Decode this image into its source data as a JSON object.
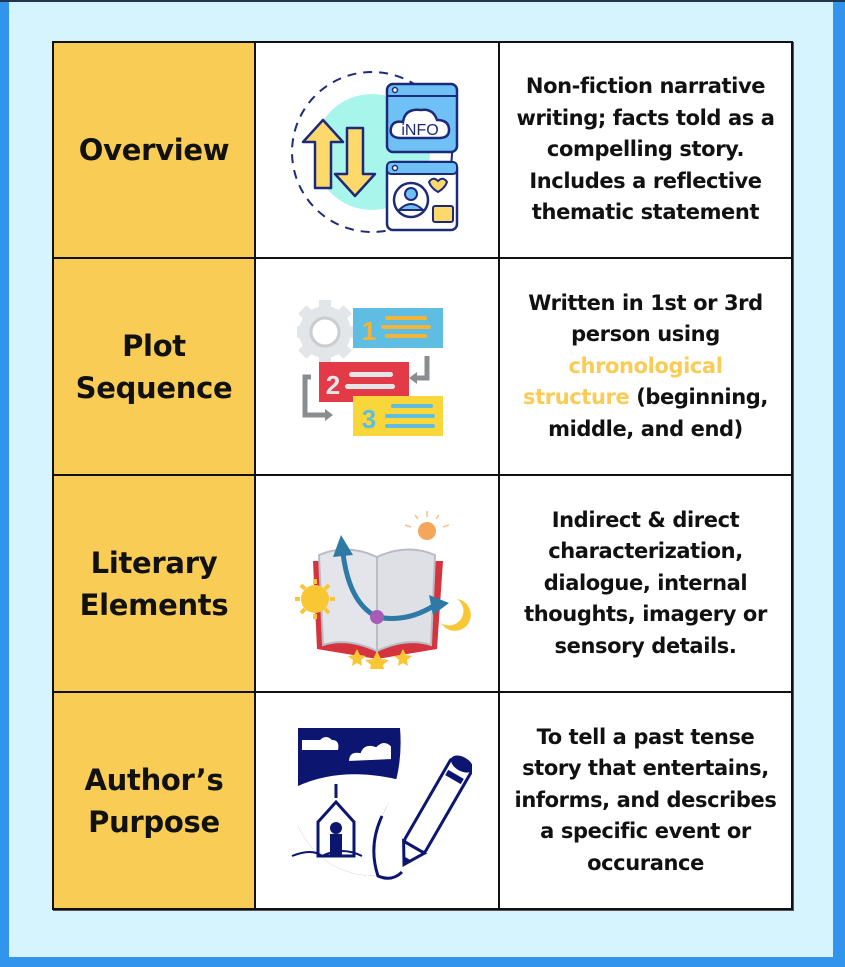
{
  "colors": {
    "frame": "#3394ee",
    "background": "#d6f4fe",
    "label_fill": "#f9cc55",
    "highlight_text": "#f9cc55",
    "border": "#111111"
  },
  "rows": [
    {
      "label": "Overview",
      "icon": "info-exchange-icon",
      "description": "Non-fiction narrative writing; facts told as a compelling story. Includes a reflective thematic statement",
      "icon_text": "iNFO"
    },
    {
      "label_line1": "Plot",
      "label_line2": "Sequence",
      "icon": "numbered-steps-icon",
      "description_before": "Written in 1st or 3rd person using ",
      "description_highlight": "chronological structure",
      "description_after": " (beginning, middle, and end)",
      "step_numbers": [
        "1",
        "2",
        "3"
      ]
    },
    {
      "label_line1": "Literary",
      "label_line2": "Elements",
      "icon": "open-book-story-icon",
      "description": "Indirect & direct characterization, dialogue, internal thoughts, imagery or sensory details."
    },
    {
      "label_line1": "Author’s",
      "label_line2": "Purpose",
      "icon": "storytelling-pencil-icon",
      "description": "To tell a past tense story that entertains, informs, and describes a specific event or occurance"
    }
  ]
}
